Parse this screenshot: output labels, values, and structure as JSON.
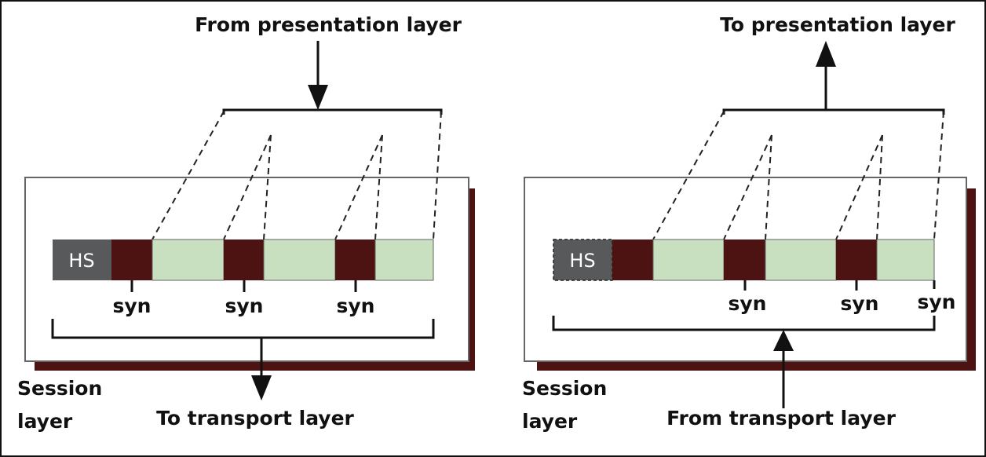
{
  "colors": {
    "header_block": "#58595b",
    "sync_block": "#4d1212",
    "data_block": "#c8dfc0",
    "shadow": "#4d1212",
    "box": "#ffffff"
  },
  "sender": {
    "top_label": "From presentation layer",
    "bottom_label": "To transport layer",
    "layer_label_line1": "Session",
    "layer_label_line2": "layer",
    "header_label": "HS",
    "syn_labels": [
      "syn",
      "syn",
      "syn"
    ]
  },
  "receiver": {
    "top_label": "To presentation layer",
    "bottom_label": "From transport layer",
    "layer_label_line1": "Session",
    "layer_label_line2": "layer",
    "header_label": "HS",
    "syn_labels": [
      "syn",
      "syn",
      "syn"
    ]
  }
}
